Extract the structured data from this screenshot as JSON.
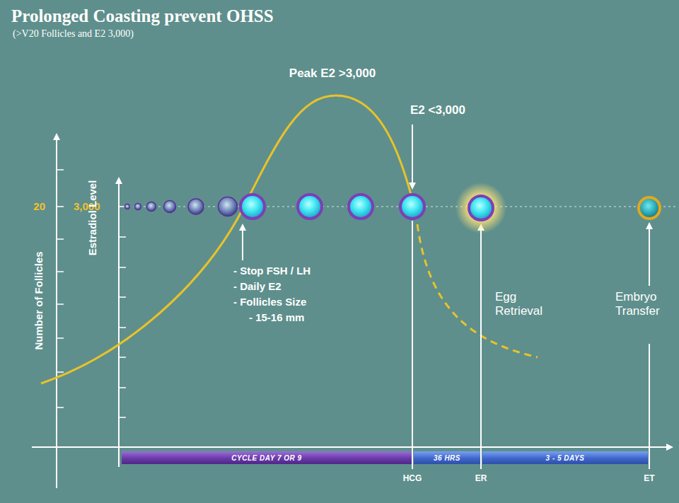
{
  "diagram": {
    "title": "Prolonged Coasting prevent OHSS",
    "nodes": [
      {
        "text": [
          "CYCLE DAY 7 OR 9"
        ]
      },
      {
        "text": [
          "36 HRS"
        ]
      },
      {
        "text": [
          "3 - 5 DAYS"
        ]
      }
    ],
    "labels": [
      "(>V20 Follicles and E2 3,000)",
      "Peak E2 >3,000",
      "E2 <3,000",
      "20",
      "3,000",
      "Number of Follicles",
      "Estradiol Level",
      "- Stop FSH / LH",
      "- Daily E2",
      "- Follicles Size",
      "- 15-16 mm",
      "Egg Retrieval",
      "Embryo Transfer",
      "HCG",
      "ER",
      "ET"
    ]
  }
}
